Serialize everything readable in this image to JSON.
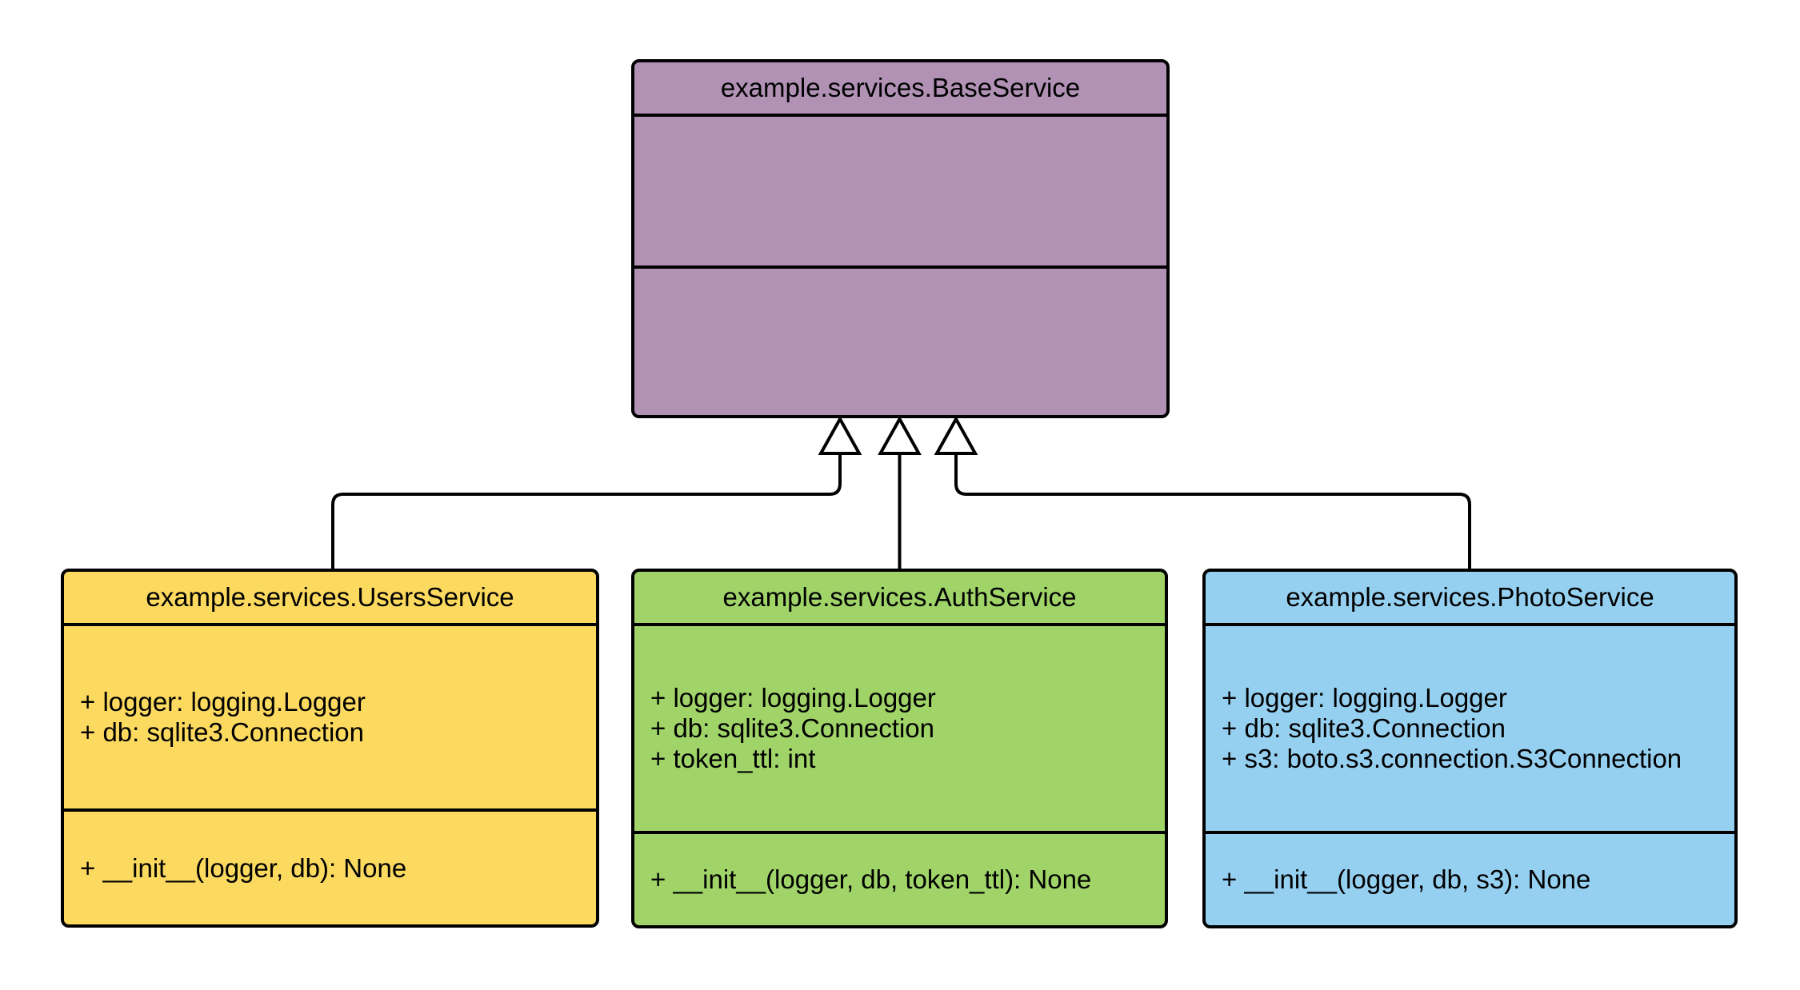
{
  "diagram": {
    "type": "uml-class-diagram",
    "background": "#ffffff",
    "line_color": "#000000",
    "triangle_fill": "#ffffff",
    "classes": {
      "base": {
        "title": "example.services.BaseService",
        "fill": "#b192b5",
        "attributes": [],
        "methods": []
      },
      "users": {
        "title": "example.services.UsersService",
        "fill": "#fcd95f",
        "attributes": [
          "+ logger: logging.Logger",
          "+ db: sqlite3.Connection"
        ],
        "methods": [
          "+ __init__(logger, db): None"
        ]
      },
      "auth": {
        "title": "example.services.AuthService",
        "fill": "#a0d468",
        "attributes": [
          "+ logger: logging.Logger",
          "+ db: sqlite3.Connection",
          "+ token_ttl: int"
        ],
        "methods": [
          "+ __init__(logger, db, token_ttl): None"
        ]
      },
      "photo": {
        "title": "example.services.PhotoService",
        "fill": "#96d0f1",
        "attributes": [
          "+ logger: logging.Logger",
          "+ db: sqlite3.Connection",
          "+ s3: boto.s3.connection.S3Connection"
        ],
        "methods": [
          "+ __init__(logger, db, s3): None"
        ]
      }
    },
    "relations": [
      {
        "from": "example.services.UsersService",
        "to": "example.services.BaseService",
        "type": "inheritance"
      },
      {
        "from": "example.services.AuthService",
        "to": "example.services.BaseService",
        "type": "inheritance"
      },
      {
        "from": "example.services.PhotoService",
        "to": "example.services.BaseService",
        "type": "inheritance"
      }
    ]
  }
}
